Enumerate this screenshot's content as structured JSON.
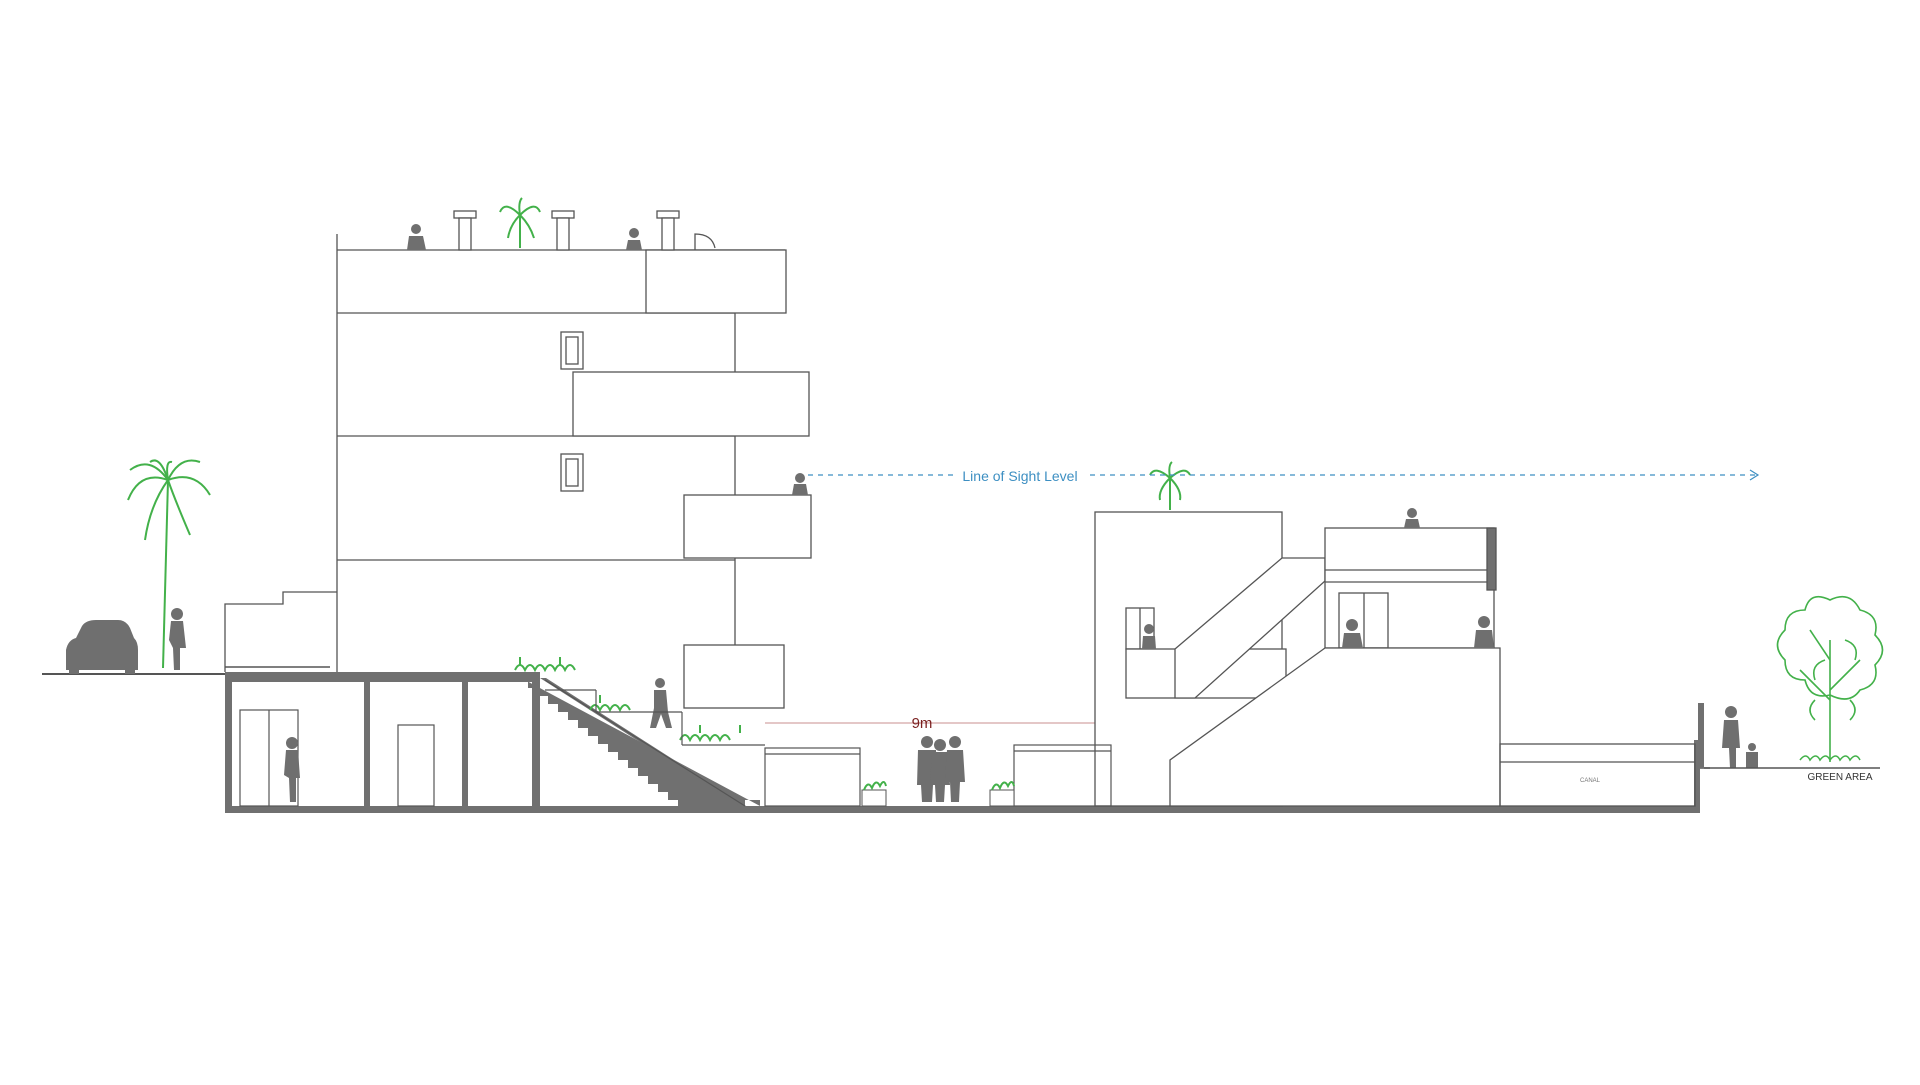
{
  "drawing": {
    "annotations": {
      "line_of_sight": "Line of Sight Level",
      "distance": "9m",
      "green_area": "GREEN AREA",
      "small_tag": "CANAL"
    },
    "colors": {
      "background": "#ffffff",
      "outline": "#555555",
      "slab": "#707070",
      "silhouette": "#6f6f6f",
      "vegetation": "#43b14a",
      "line_of_sight": "#3d8fc2",
      "distance_label": "#7a1f1f"
    }
  }
}
